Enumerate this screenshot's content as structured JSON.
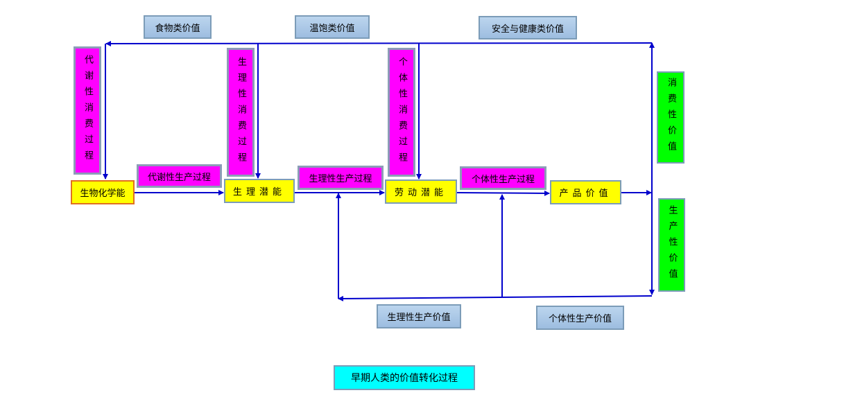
{
  "values_top": {
    "food": "食物类价值",
    "warmth": "温饱类价值",
    "safety": "安全与健康类价值"
  },
  "consumption": {
    "metabolic": "代谢性消费过程",
    "physiological": "生理性消费过程",
    "individual": "个体性消费过程"
  },
  "stages": {
    "biochem": "生物化学能",
    "physio": "生理潜能",
    "labor": "劳动潜能",
    "product": "产品价值"
  },
  "production": {
    "metabolic": "代谢性生产过程",
    "physiological": "生理性生产过程",
    "individual": "个体性生产过程"
  },
  "right": {
    "consumptive": "消费性价值",
    "productive": "生产性价值"
  },
  "bottom": {
    "physio_value": "生理性生产价值",
    "individual_value": "个体性生产价值"
  },
  "title": "早期人类的价值转化过程",
  "colors": {
    "arrow": "#0000cc",
    "process": "#ff00ff",
    "stage": "#ffff00",
    "value": "#00ff00",
    "title": "#00ffff"
  }
}
